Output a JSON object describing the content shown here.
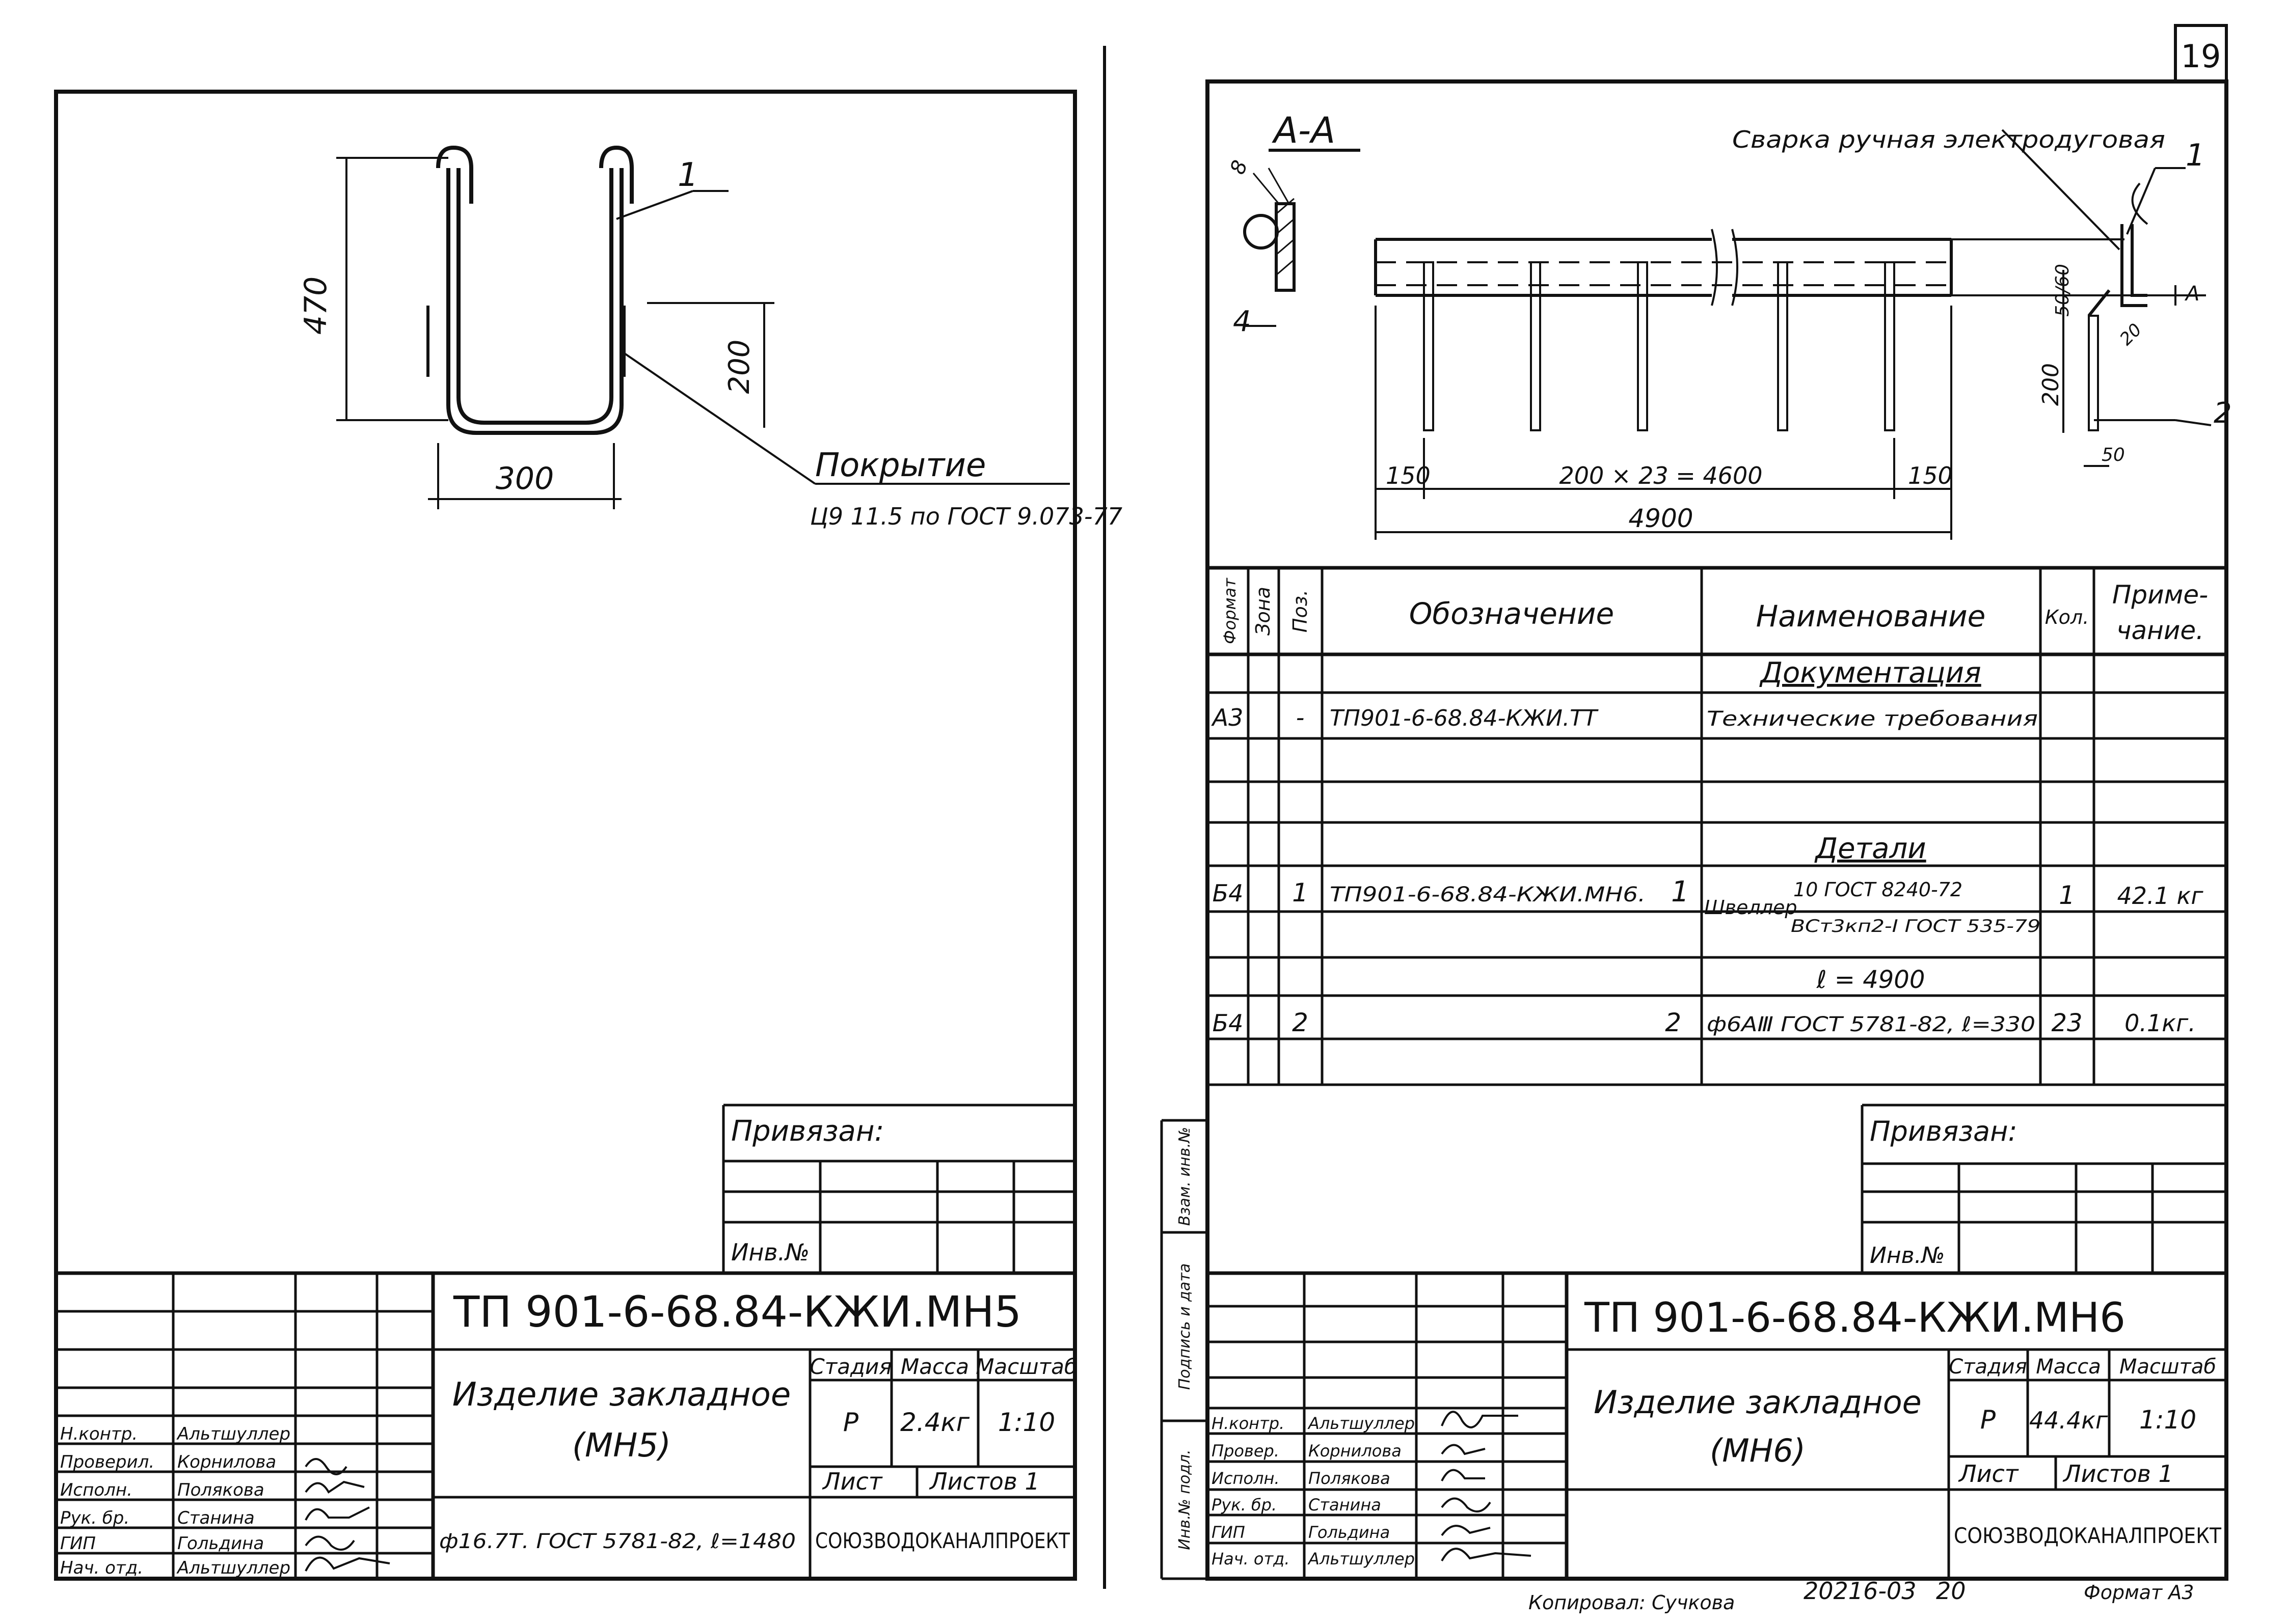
{
  "page_number": "19",
  "left_sheet": {
    "pos_label": "1",
    "dims": {
      "height": "470",
      "inner_height": "200",
      "width": "300"
    },
    "coating_label": "Покрытие",
    "coating_spec": "Ц9 11.5 по ГОСТ 9.073-77",
    "bound_label": "Привязан:",
    "inv_label": "Инв.№",
    "title": "ТП 901-6-68.84-КЖИ.МН5",
    "product_line1": "Изделие закладное",
    "product_line2": "(МН5)",
    "stage_header": "Стадия",
    "mass_header": "Масса",
    "scale_header": "Масштаб",
    "stage": "Р",
    "mass": "2.4кг",
    "scale": "1:10",
    "sheet_label": "Лист",
    "sheets_label": "Листов 1",
    "material": "ф16.7Т. ГОСТ 5781-82, ℓ=1480",
    "org": "СОЮЗВОДОКАНАЛПРОЕКТ",
    "roles": [
      {
        "role": "Н.контр.",
        "name": "Альтшуллер"
      },
      {
        "role": "Проверил.",
        "name": "Корнилова"
      },
      {
        "role": "Исполн.",
        "name": "Полякова"
      },
      {
        "role": "Рук. бр.",
        "name": "Станина"
      },
      {
        "role": "ГИП",
        "name": "Гольдина"
      },
      {
        "role": "Нач. отд.",
        "name": "Альтшуллер"
      }
    ]
  },
  "right_sheet": {
    "section_label": "А-А",
    "weld_note": "Сварка ручная электродуговая",
    "pos1": "1",
    "pos2": "2",
    "pos4": "4",
    "section_mark": "А",
    "dims": {
      "d8": "8",
      "d50_60": "50/60",
      "d200": "200",
      "d20": "20",
      "d50": "50",
      "edge_left": "150",
      "middle": "200 × 23 = 4600",
      "edge_right": "150",
      "total": "4900"
    },
    "table": {
      "headers": [
        "Формат",
        "Зона",
        "Поз.",
        "Обозначение",
        "Наименование",
        "Кол.",
        "Приме-",
        "чание."
      ],
      "section_docs": "Документация",
      "row_docs": {
        "format": "А3",
        "zone": "",
        "pos": "-",
        "designation": "ТП901-6-68.84-КЖИ.ТТ",
        "name": "Технические требования"
      },
      "section_parts": "Детали",
      "row1": {
        "format": "Б4",
        "pos": "1",
        "designation": "ТП901-6-68.84-КЖИ.МН6.",
        "des_pos": "1",
        "name_a": "Швеллер",
        "name_b": "10 ГОСТ 8240-72",
        "name_c": "ВСт3кп2-I ГОСТ 535-79",
        "qty": "1",
        "note": "42.1 кг"
      },
      "row1_length": "ℓ = 4900",
      "row2": {
        "format": "Б4",
        "pos": "2",
        "des_pos": "2",
        "name": "ф6АⅢ ГОСТ 5781-82, ℓ=330",
        "qty": "23",
        "note": "0.1кг."
      }
    },
    "side_labels": [
      "Инв.№ подл.",
      "Подпись и дата",
      "Взам. инв.№"
    ],
    "bound_label": "Привязан:",
    "inv_label": "Инв.№",
    "title": "ТП 901-6-68.84-КЖИ.МН6",
    "product_line1": "Изделие закладное",
    "product_line2": "(МН6)",
    "stage_header": "Стадия",
    "mass_header": "Масса",
    "scale_header": "Масштаб",
    "stage": "Р",
    "mass": "44.4кг",
    "scale": "1:10",
    "sheet_label": "Лист",
    "sheets_label": "Листов 1",
    "org": "СОЮЗВОДОКАНАЛПРОЕКТ",
    "roles": [
      {
        "role": "Н.контр.",
        "name": "Альтшуллер"
      },
      {
        "role": "Провер.",
        "name": "Корнилова"
      },
      {
        "role": "Исполн.",
        "name": "Полякова"
      },
      {
        "role": "Рук. бр.",
        "name": "Станина"
      },
      {
        "role": "ГИП",
        "name": "Гольдина"
      },
      {
        "role": "Нач. отд.",
        "name": "Альтшуллер"
      }
    ]
  },
  "footer": {
    "copied": "Копировал: Сучкова",
    "doc_number": "20216-03",
    "sheet": "20",
    "format": "Формат А3"
  }
}
